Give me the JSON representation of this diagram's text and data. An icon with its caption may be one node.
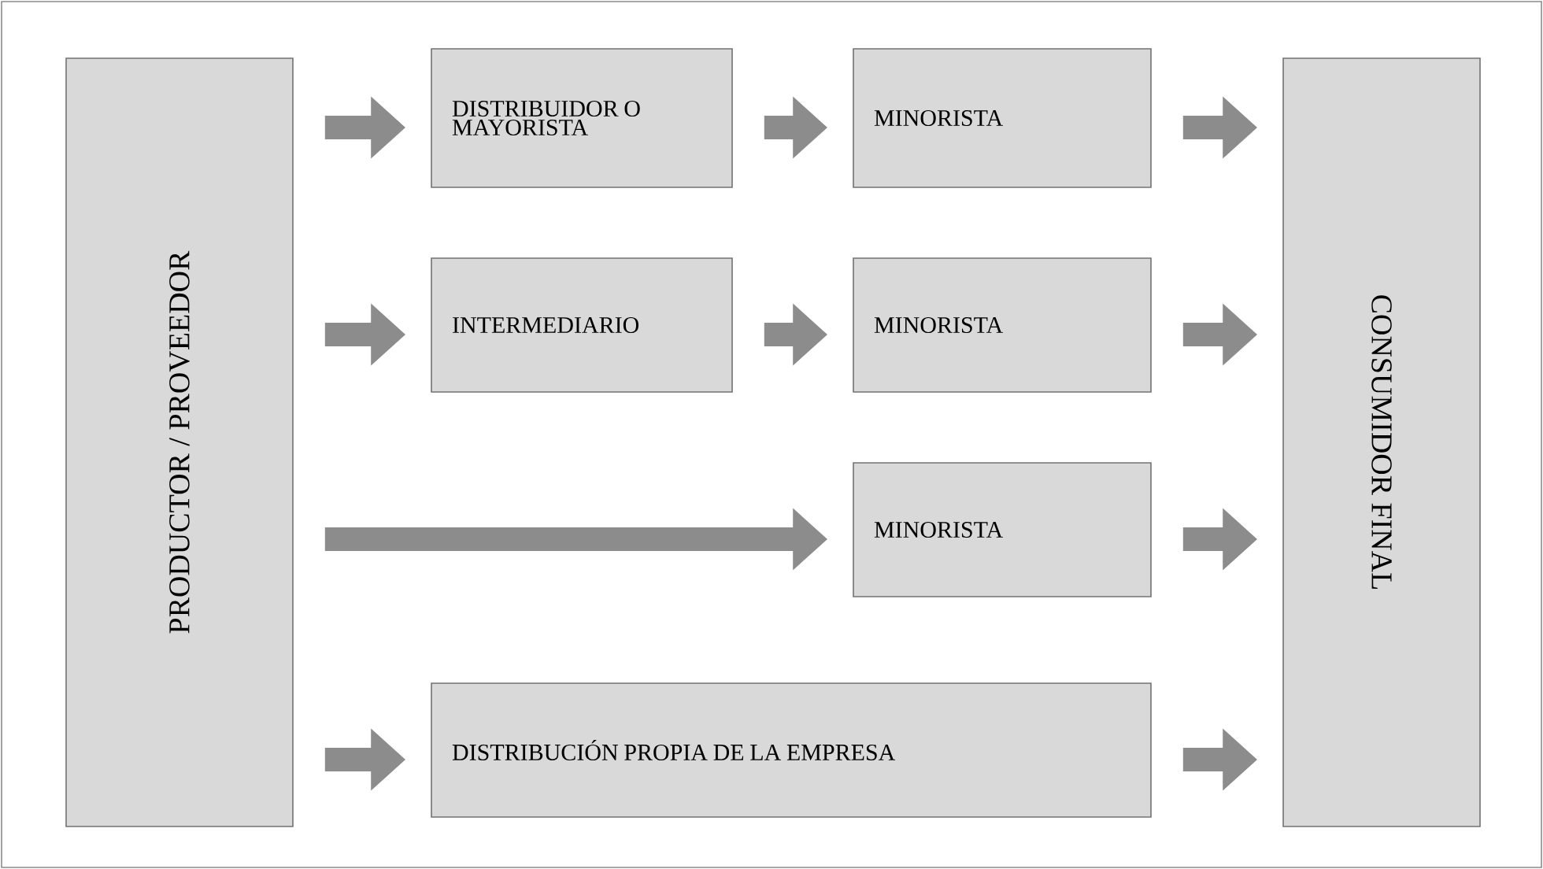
{
  "diagram": {
    "nodes": [
      {
        "text": [
          "PRODUCTOR / PROVEEDOR"
        ]
      },
      {
        "text": [
          "DISTRIBUIDOR O MAYORISTA"
        ]
      },
      {
        "text": [
          "MINORISTA"
        ]
      },
      {
        "text": [
          "INTERMEDIARIO"
        ]
      },
      {
        "text": [
          "MINORISTA"
        ]
      },
      {
        "text": [
          "MINORISTA"
        ]
      },
      {
        "text": [
          "DISTRIBUCIÓN PROPIA DE LA EMPRESA"
        ]
      },
      {
        "text": [
          "CONSUMIDOR FINAL"
        ]
      }
    ],
    "edges": [
      {
        "from": 0,
        "to": 1,
        "arrow": "to"
      },
      {
        "from": 1,
        "to": 2,
        "arrow": "to"
      },
      {
        "from": 2,
        "to": 7,
        "arrow": "to"
      },
      {
        "from": 0,
        "to": 3,
        "arrow": "to"
      },
      {
        "from": 3,
        "to": 4,
        "arrow": "to"
      },
      {
        "from": 4,
        "to": 7,
        "arrow": "to"
      },
      {
        "from": 0,
        "to": 5,
        "arrow": "to"
      },
      {
        "from": 5,
        "to": 7,
        "arrow": "to"
      },
      {
        "from": 0,
        "to": 6,
        "arrow": "to"
      },
      {
        "from": 6,
        "to": 7,
        "arrow": "to"
      }
    ]
  }
}
